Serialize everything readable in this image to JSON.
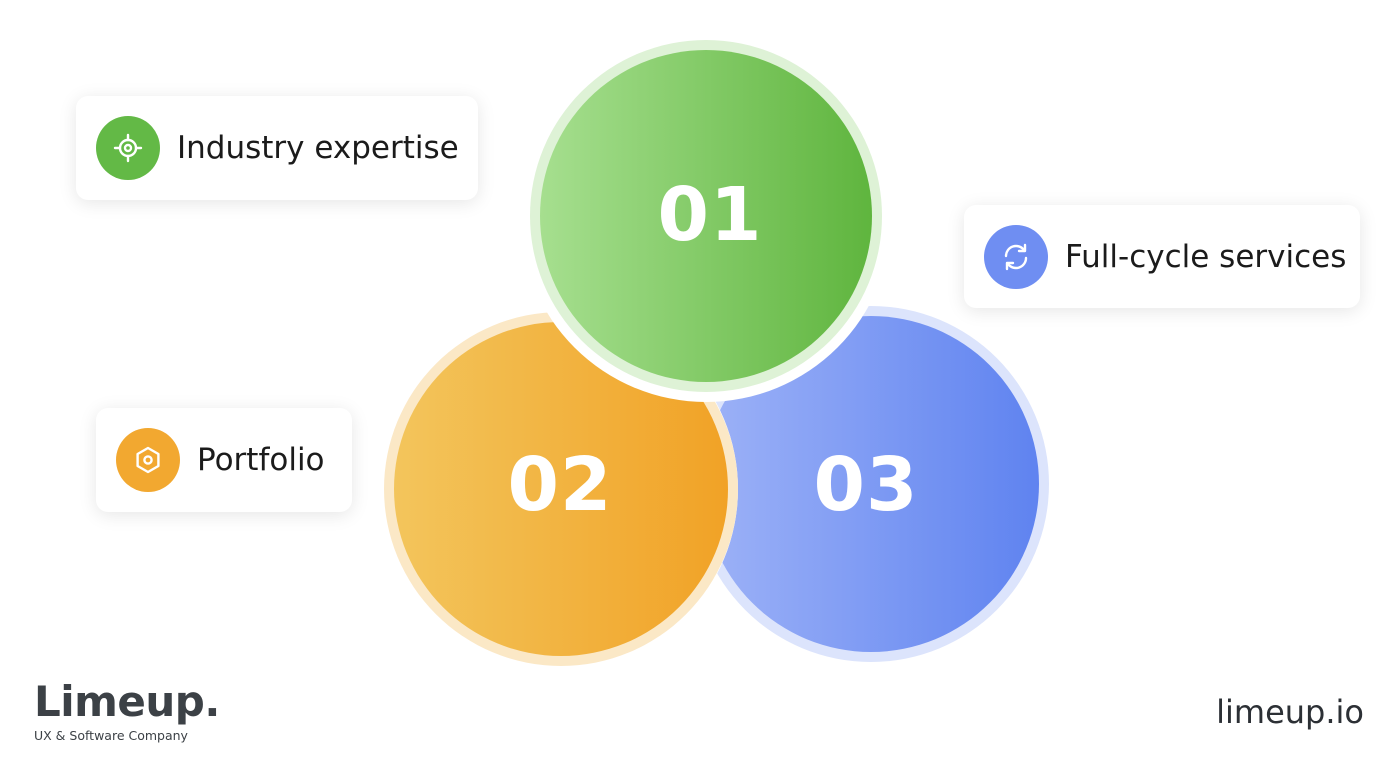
{
  "circles": [
    {
      "number": "01",
      "color_light": "#a6df8f",
      "color_dark": "#5fb53e"
    },
    {
      "number": "02",
      "color_light": "#f3c55c",
      "color_dark": "#f1a226"
    },
    {
      "number": "03",
      "color_light": "#9db2f7",
      "color_dark": "#5f83f0"
    }
  ],
  "cards": {
    "industry": {
      "label": "Industry expertise",
      "icon": "target-icon",
      "icon_color": "#63b946"
    },
    "fullcycle": {
      "label": "Full-cycle services",
      "icon": "refresh-icon",
      "icon_color": "#6f8ef2"
    },
    "portfolio": {
      "label": "Portfolio",
      "icon": "hexagon-icon",
      "icon_color": "#f2a830"
    }
  },
  "brand": {
    "name": "Limeup.",
    "tagline": "UX & Software Company"
  },
  "site": "limeup.io"
}
